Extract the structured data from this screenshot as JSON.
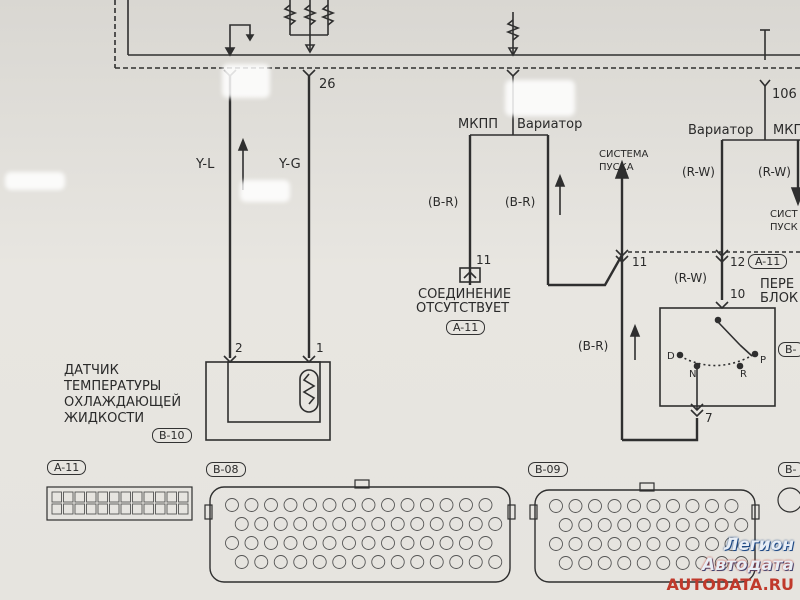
{
  "connectors_top": {
    "pin_26": "26",
    "pin_106": "106"
  },
  "branch_left": {
    "mkpp": "МКПП",
    "variator": "Вариатор"
  },
  "branch_right": {
    "variator": "Вариатор",
    "mkpp": "МКП"
  },
  "wires": {
    "y_l": "Y-L",
    "y_g": "Y-G",
    "b_r_1": "(B-R)",
    "b_r_2": "(B-R)",
    "b_r_3": "(B-R)",
    "r_w_1": "(R-W)",
    "r_w_2": "(R-W)",
    "r_w_3": "(R-W)"
  },
  "sensor": {
    "line1": "ДАТЧИК",
    "line2": "ТЕМПЕРАТУРЫ",
    "line3": "ОХЛАЖДАЮЩЕЙ",
    "line4": "ЖИДКОСТИ",
    "code": "B-10",
    "pin_2": "2",
    "pin_1": "1"
  },
  "no_connection": {
    "line1": "СОЕДИНЕНИЕ",
    "line2": "ОТСУТСТВУЕТ",
    "code": "A-11",
    "pin": "11"
  },
  "start_system_1": {
    "line1": "СИСТЕМА",
    "line2": "ПУСКА"
  },
  "start_system_2": {
    "line1": "СИСТ",
    "line2": "ПУСК"
  },
  "junction": {
    "pin_11": "11",
    "pin_12": "12",
    "code": "A-11",
    "pin_10": "10",
    "pin_7": "7"
  },
  "switch_block": {
    "line1": "ПЕРЕ",
    "line2": "БЛОК",
    "code": "B-",
    "pos_d": "D",
    "pos_n": "N",
    "pos_r": "R",
    "pos_p": "P"
  },
  "connector_codes": {
    "a11": "A-11",
    "b08": "B-08",
    "b09": "B-09",
    "b_partial": "B-"
  },
  "watermark": {
    "line1": "Легион",
    "line2": "Автодата",
    "line3": "AUTODATA.RU"
  },
  "colors": {
    "ink": "#2f2f2f",
    "paper": "#e4e2dd",
    "watermark_blue": "#1f4a86",
    "watermark_red": "#c0392b"
  }
}
